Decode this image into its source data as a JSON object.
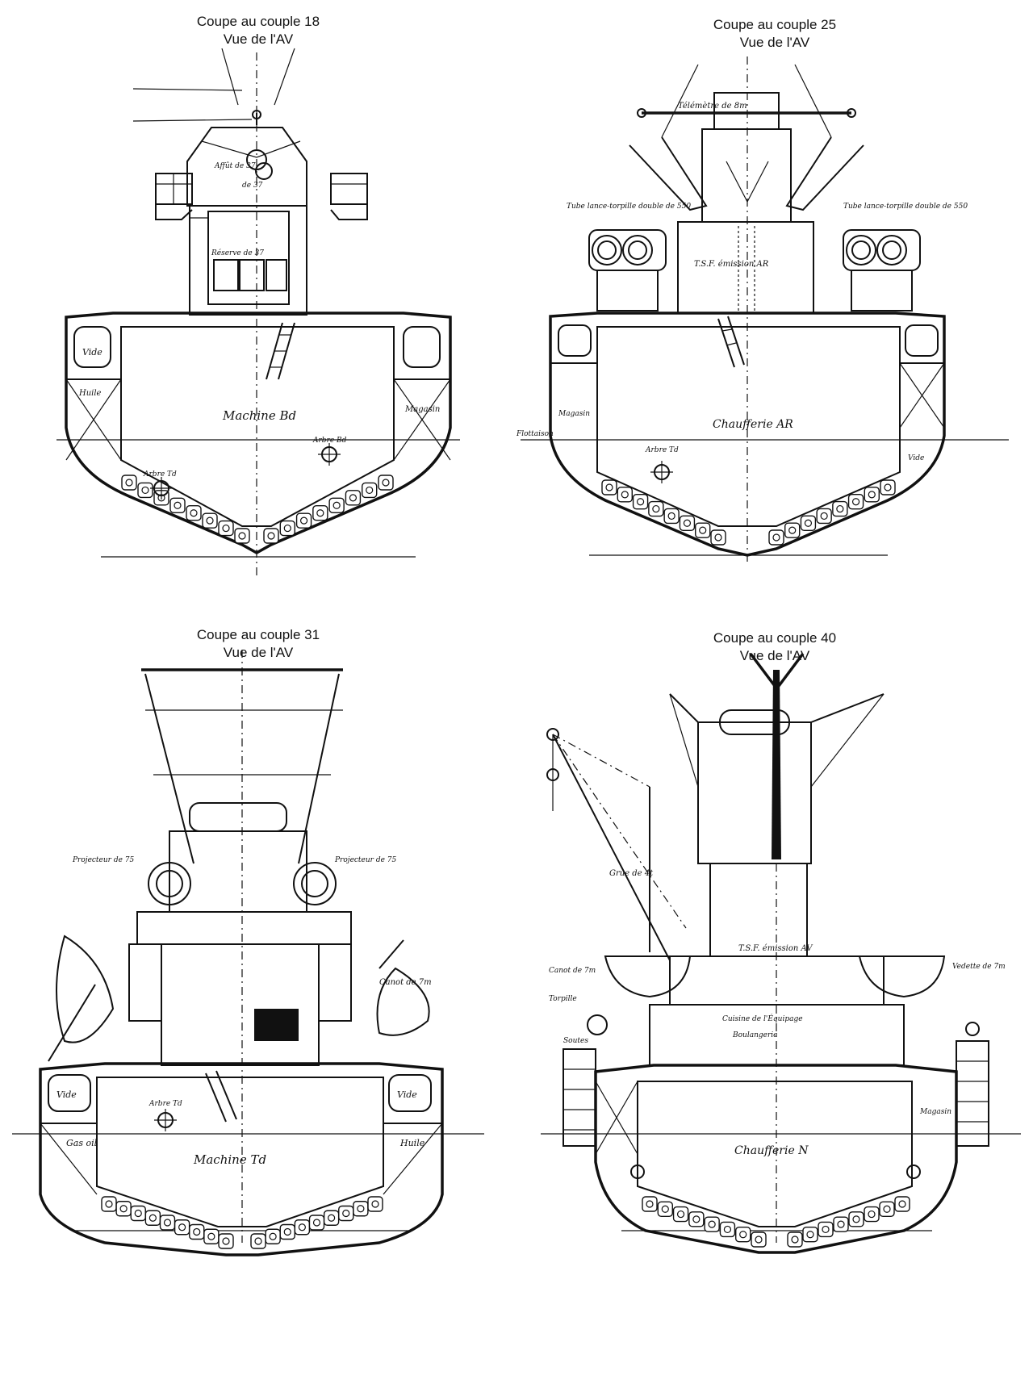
{
  "sections": [
    {
      "title": "Coupe au couple 18",
      "subtitle": "Vue de l'AV",
      "compartment": "Machine Bd",
      "labels": [
        "Vide",
        "Huile",
        "Magasin",
        "Arbre Bd",
        "Arbre Td",
        "Affût de 37",
        "de 37",
        "Réserve de 37"
      ]
    },
    {
      "title": "Coupe au couple 25",
      "subtitle": "Vue de l'AV",
      "compartment": "Chaufferie AR",
      "labels": [
        "Télémètre de 8m",
        "Tube lance-torpille double de 550",
        "Tube lance-torpille double de 550",
        "T.S.F. émission AR",
        "Magasin",
        "Flottaison",
        "Arbre Td",
        "Vide"
      ]
    },
    {
      "title": "Coupe au couple 31",
      "subtitle": "Vue de l'AV",
      "compartment": "Machine Td",
      "labels": [
        "Vide",
        "Vide",
        "Gas oil",
        "Huile",
        "Arbre Td",
        "Projecteur de 75",
        "Projecteur de 75",
        "Canot de 7m"
      ]
    },
    {
      "title": "Coupe au couple 40",
      "subtitle": "Vue de l'AV",
      "compartment": "Chaufferie N",
      "labels": [
        "Grue de 4t",
        "Canot de 7m",
        "Vedette de 7m",
        "T.S.F. émission AV",
        "Cuisine de l'Équipage",
        "Boulangerie",
        "Magasin",
        "Torpille",
        "Soutes"
      ]
    }
  ]
}
